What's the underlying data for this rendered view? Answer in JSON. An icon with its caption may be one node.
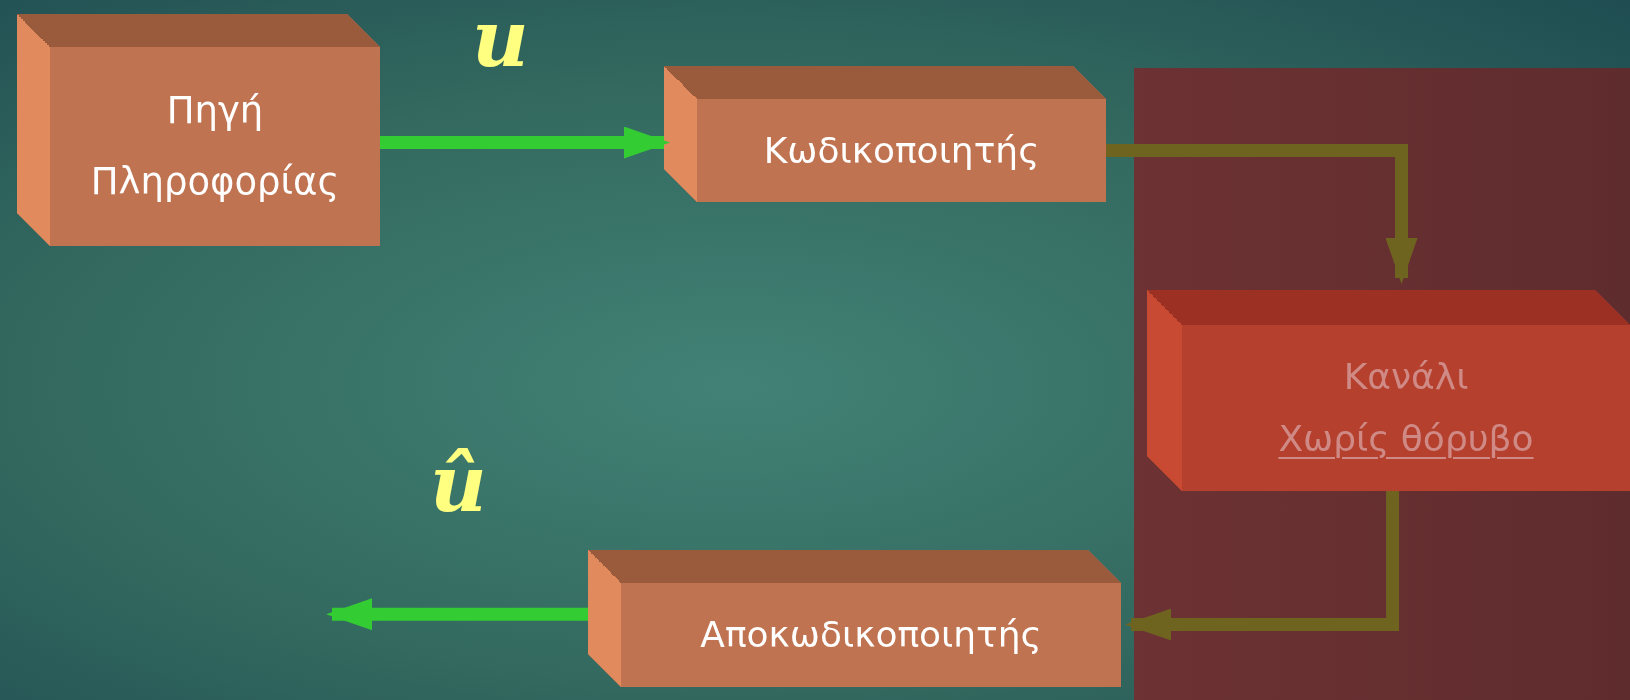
{
  "diagram": {
    "nodes": [
      {
        "text": [
          "Πηγή",
          "Πληροφορίας"
        ]
      },
      {
        "text": [
          "Κωδικοποιητής"
        ]
      },
      {
        "text": [],
        "shape": "box"
      },
      {
        "text": [
          "Κανάλι",
          "Χωρίς θόρυβο"
        ],
        "in": 2
      },
      {
        "text": [
          "Αποκωδικοποιητής"
        ]
      }
    ],
    "edges": [
      {
        "from": 0,
        "to": 1,
        "arrow": "to",
        "label": "u",
        "color": "#33cc33"
      },
      {
        "from": 1,
        "to": 3,
        "arrow": "to",
        "color": "#6e6420"
      },
      {
        "from": 3,
        "to": 4,
        "arrow": "to",
        "color": "#6e6420"
      },
      {
        "from": 4,
        "to": null,
        "arrow": "to",
        "label": "û",
        "color": "#33cc33"
      }
    ]
  }
}
